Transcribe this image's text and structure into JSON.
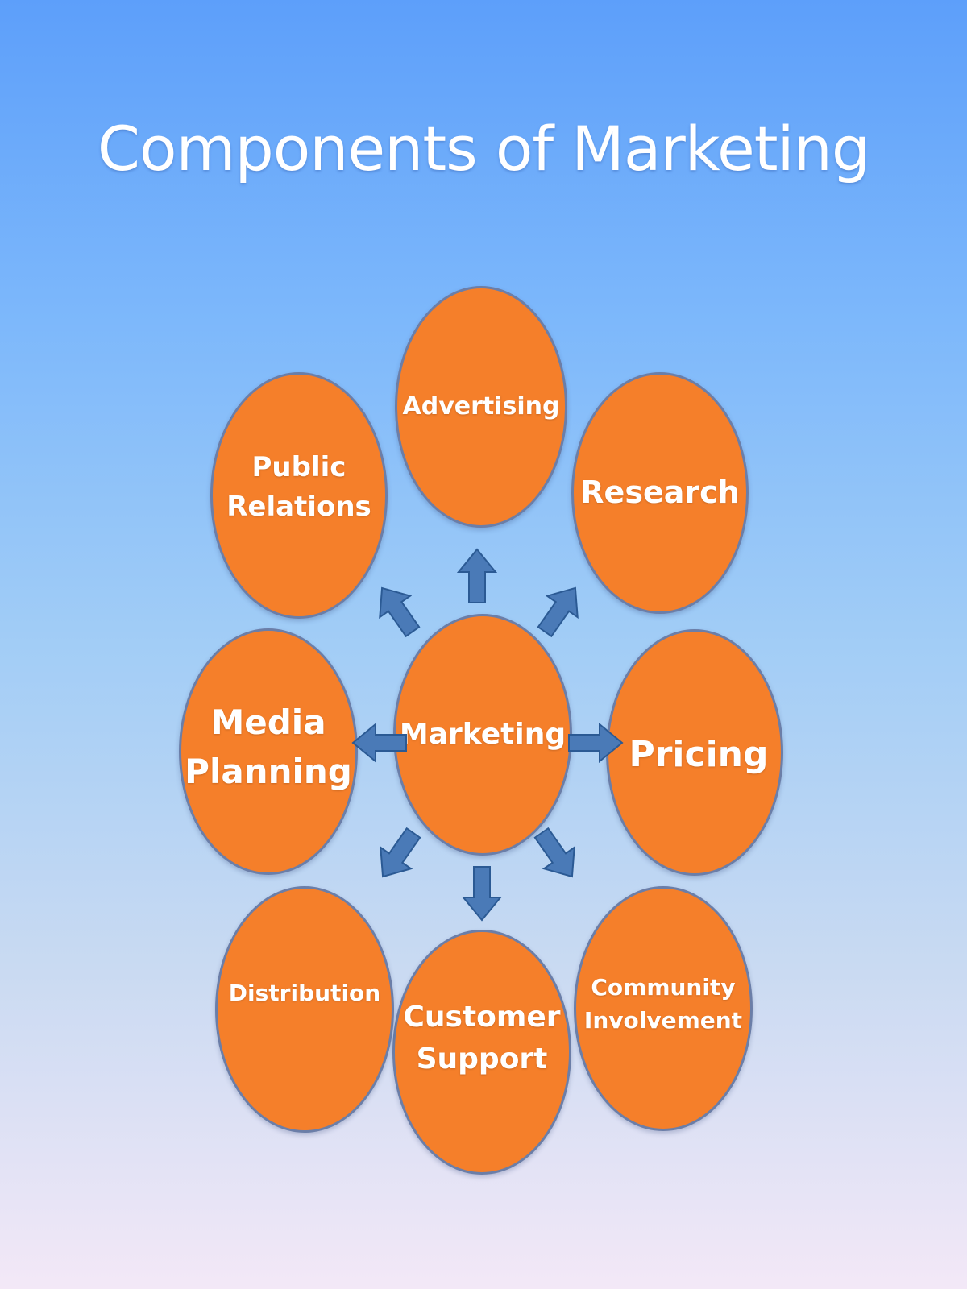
{
  "title": "Components of Marketing",
  "colors": {
    "node_fill": "#f57f2a",
    "node_border": "#6b7ea8",
    "arrow_fill": "#4a7ab7",
    "arrow_stroke": "#2b5a94",
    "title_text": "#ffffff"
  },
  "center": {
    "label": "Marketing"
  },
  "nodes": [
    {
      "label": "Advertising"
    },
    {
      "label": "Research"
    },
    {
      "label": "Pricing"
    },
    {
      "label": "Community\nInvolvement"
    },
    {
      "label": "Customer\nSupport"
    },
    {
      "label": "Distribution"
    },
    {
      "label": "Media\nPlanning"
    },
    {
      "label": "Public\nRelations"
    }
  ]
}
